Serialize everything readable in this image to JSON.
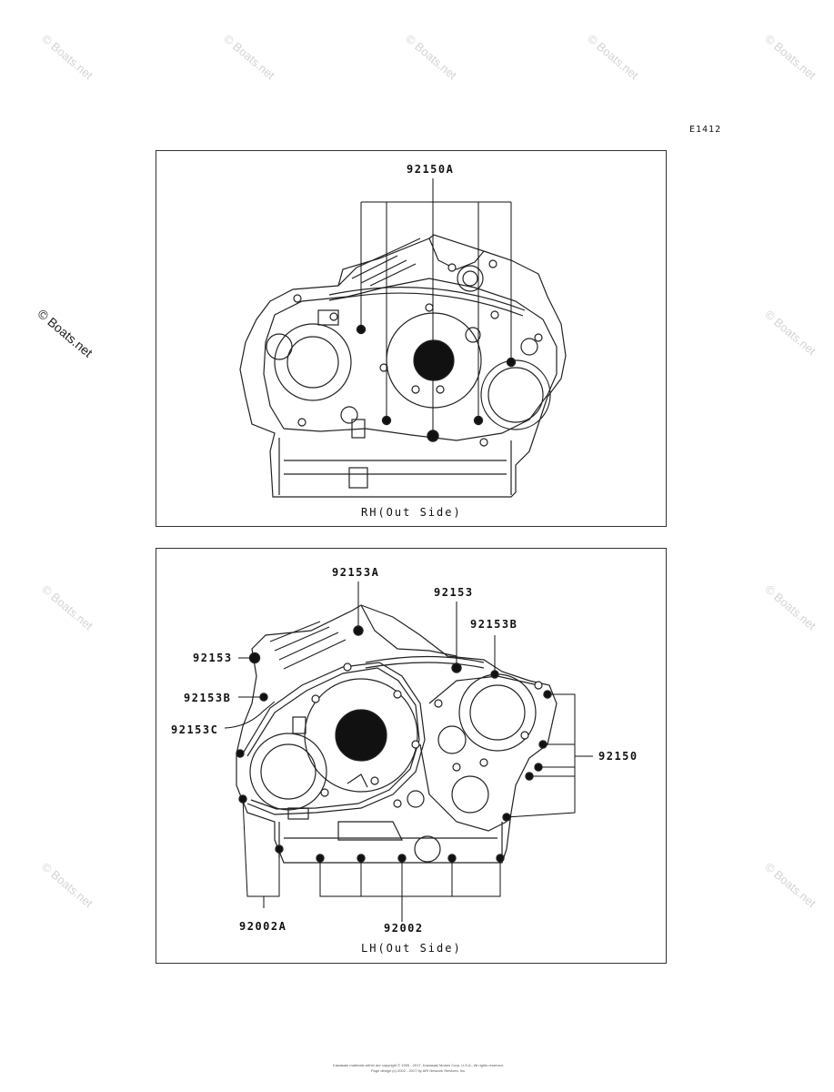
{
  "diagram_code": "E1412",
  "watermark": "© Boats.net",
  "panels": {
    "rh": {
      "caption": "RH(Out Side)",
      "labels": {
        "a": "92150A"
      }
    },
    "lh": {
      "caption": "LH(Out Side)",
      "labels": {
        "a": "92153A",
        "b": "92153",
        "c": "92153B",
        "d": "92153",
        "e": "92153B",
        "f": "92153C",
        "g": "92150",
        "h": "92002A",
        "i": "92002"
      }
    }
  },
  "footer": {
    "line1": "Kawasaki materials within are copyright © 1995 - 2017, Kawasaki Motors Corp. U.S.A., All rights reserved.",
    "line2": "Page design (c) 2002 - 2017 by ARI Network Services, Inc."
  }
}
